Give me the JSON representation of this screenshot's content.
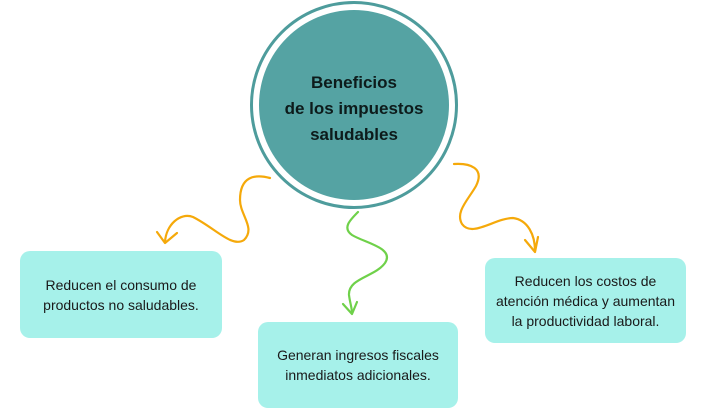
{
  "center": {
    "title": "Beneficios\nde los impuestos\nsaludables"
  },
  "benefits": [
    {
      "text": "Reducen el consumo de\nproductos no saludables."
    },
    {
      "text": "Generan ingresos fiscales\ninmediatos adicionales."
    },
    {
      "text": "Reducen los costos de\natención médica y aumentan\nla productividad laboral."
    }
  ],
  "colors": {
    "hub": "#55a3a3",
    "box": "#a6f1ea",
    "arrow_side": "#f5a90a",
    "arrow_middle": "#6fd14a"
  }
}
